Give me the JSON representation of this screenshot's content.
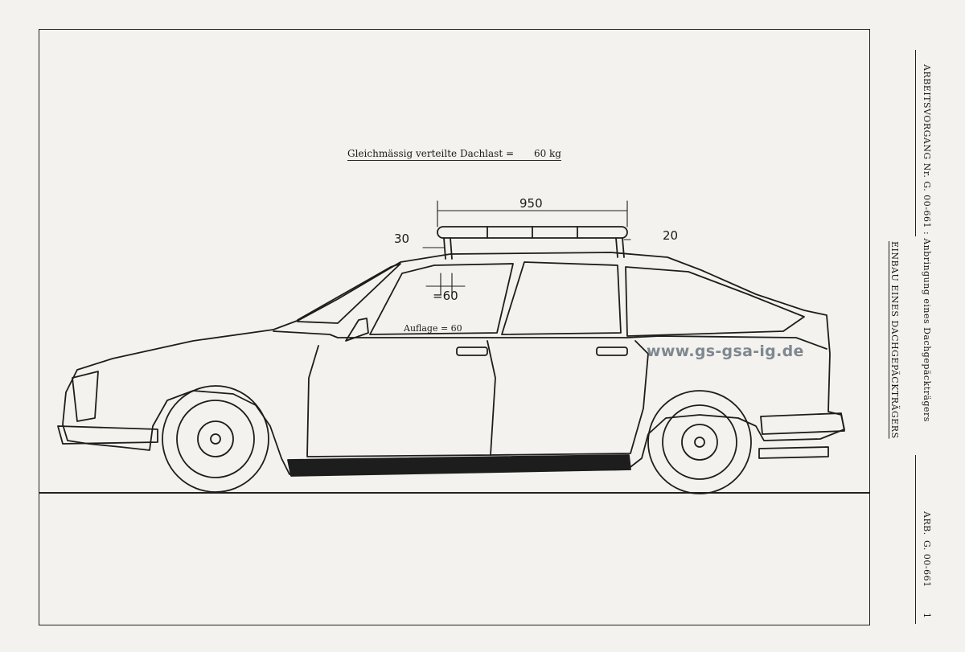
{
  "sidebar": {
    "procedure": "ARBEITSVORGANG Nr. G. 00-661 :  Anbringung eines Dachgepäckträgers",
    "heading": "EINBAU EINES DACHGEPÄCKTRÄGERS",
    "ref_label": "ARB.",
    "ref_code": "G. 00-661",
    "page_number": "1"
  },
  "drawing": {
    "load_label": "Gleichmässig verteilte Dachlast =",
    "load_value": "60 kg",
    "dim_length": "950",
    "dim_front": "30",
    "dim_rear": "20",
    "dim_support": "=60",
    "support_label": "Auflage = 60",
    "watermark": "www.gs-gsa-ig.de"
  }
}
